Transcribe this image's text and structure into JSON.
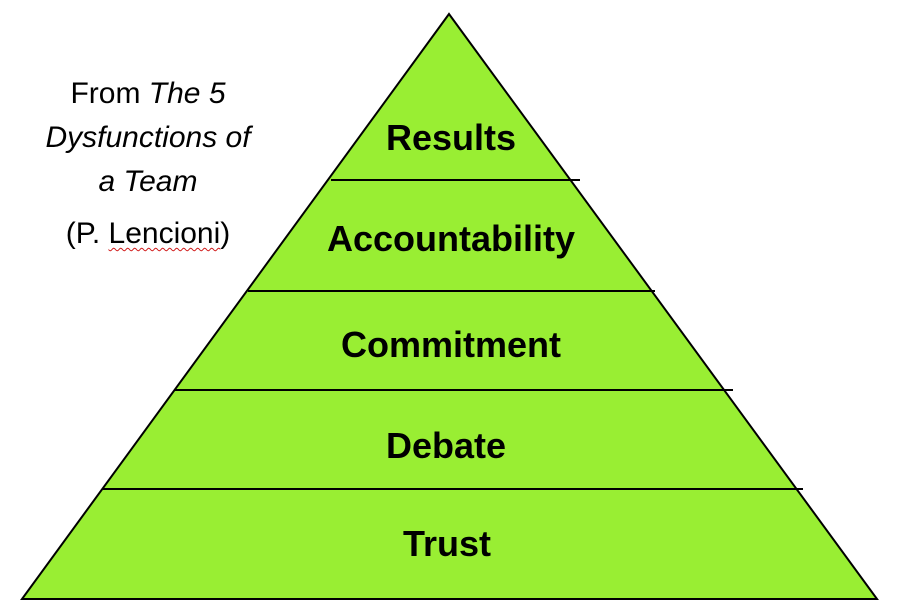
{
  "caption": {
    "prefix": "From ",
    "title_part1": "The 5",
    "title_part2": "Dysfunctions of",
    "title_part3": "a Team",
    "author_open": "(P. ",
    "author_name": "Lencioni",
    "author_close": ")"
  },
  "pyramid": {
    "fill_color": "#99ee33",
    "line_color": "#000000",
    "levels": [
      {
        "label": "Results"
      },
      {
        "label": "Accountability"
      },
      {
        "label": "Commitment"
      },
      {
        "label": "Debate"
      },
      {
        "label": "Trust"
      }
    ]
  }
}
